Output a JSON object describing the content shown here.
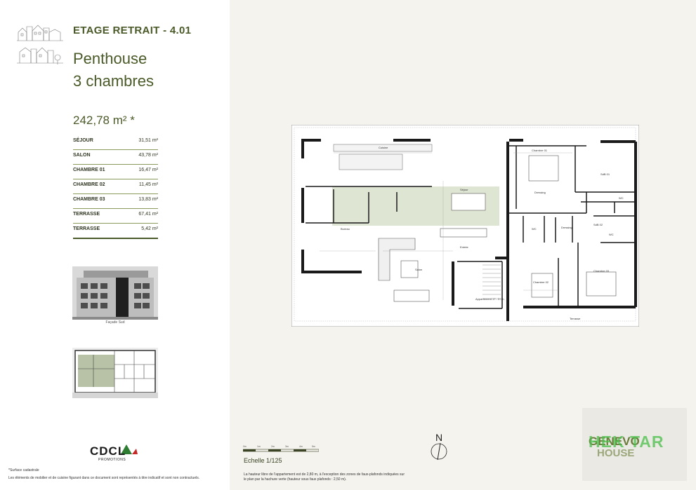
{
  "header": {
    "title": "ETAGE RETRAIT - 4.01",
    "subtitle_line1": "Penthouse",
    "subtitle_line2": "3 chambres",
    "total_area": "242,78 m² *"
  },
  "rooms": [
    {
      "name": "SÉJOUR",
      "area": "31,51 m²"
    },
    {
      "name": "SALON",
      "area": "43,78 m²"
    },
    {
      "name": "CHAMBRE 01",
      "area": "16,47 m²"
    },
    {
      "name": "CHAMBRE 02",
      "area": "11,45 m²"
    },
    {
      "name": "CHAMBRE 03",
      "area": "13,83 m²"
    },
    {
      "name": "TERRASSE",
      "area": "67,41 m²"
    },
    {
      "name": "TERRASSE",
      "area": "5,42 m²"
    }
  ],
  "facade_caption": "Façade Sud",
  "logo": {
    "name": "CDCL",
    "sub": "PROMOTIONS"
  },
  "notes": {
    "surface": "*Surface cadastrale",
    "disclaimer": "Les éléments de mobilier et de cuisine figurant dans ce document sont représentés à titre indicatif et sont non contractuels."
  },
  "plan_labels": {
    "cuisine": "Cuisine",
    "sejour": "Séjour",
    "salon": "Salon",
    "bureau": "Bureau",
    "entree": "Entrée",
    "chambre01": "Chambre 01",
    "chambre02": "Chambre 02",
    "chambre03": "Chambre 03",
    "dressing1": "Dressing",
    "dressing2": "Dressing",
    "sdb1": "SdB 01",
    "sdb2": "SdB 02",
    "wc1": "WC",
    "wc2": "WC",
    "wc3": "WC",
    "appartement": "Appartement 17 - 3 Ch.",
    "terrasse": "Terrasse"
  },
  "scale": {
    "label": "Echelle 1/125",
    "ticks": [
      "0m",
      "1m",
      "2m",
      "3m",
      "4m",
      "5m"
    ]
  },
  "footnote": "La hauteur libre de l'appartement est de 2,80 m, à l'exception des zones de faux-plafonds indiquées sur le plan par la hachure verte (hauteur sous faux plafonds : 2,50 m).",
  "compass": {
    "letter": "N"
  },
  "brand": {
    "line1": "GENEVO",
    "line2": "HOUSE",
    "overlay": "HEK TAR"
  },
  "colors": {
    "accent": "#4a5a28",
    "plan_hatch": "#dfe5d3",
    "background": "#f5f3ee"
  }
}
